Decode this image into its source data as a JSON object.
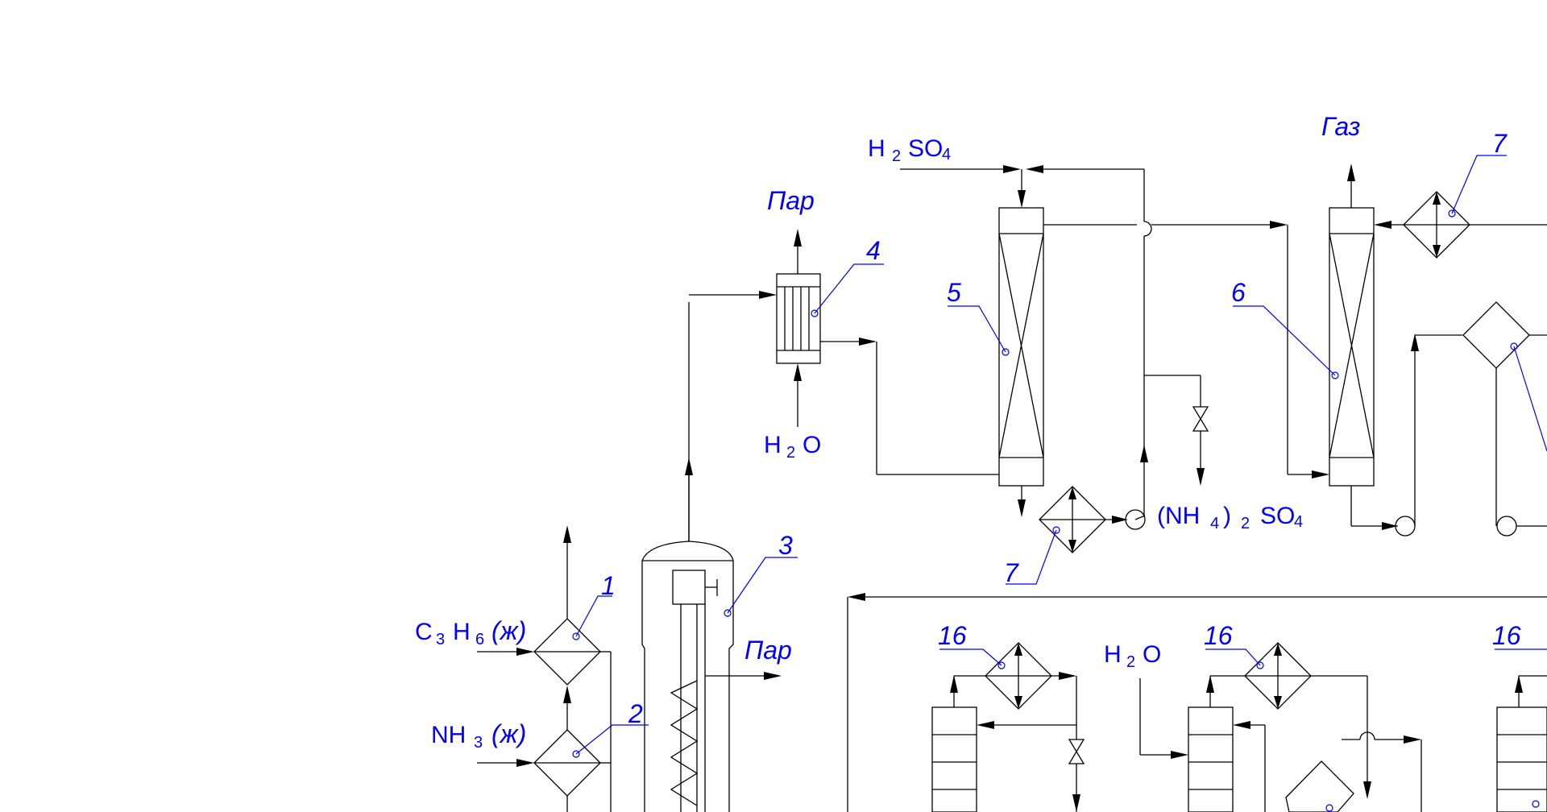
{
  "streams": {
    "h2so4_main": "H",
    "h2so4_sub": "2",
    "h2so4_tail": "SO",
    "h2so4_sub2": "4",
    "steam_top": "Пар",
    "water_a_main": "H",
    "water_a_sub": "2",
    "water_a_tail": "O",
    "gas": "Газ",
    "ammonium_open": "(NH",
    "ammonium_sub": "4",
    "ammonium_close": ")",
    "ammonium_sub2": "2",
    "ammonium_tail": "SO",
    "ammonium_sub3": "4",
    "propylene_main": "C",
    "propylene_sub": "3",
    "propylene_h": "H",
    "propylene_sub2": "6",
    "propylene_state": "(ж)",
    "ammonia_main": "NH",
    "ammonia_sub": "3",
    "ammonia_state": "(ж)",
    "steam_reactor": "Пар",
    "water_b_main": "H",
    "water_b_sub": "2",
    "water_b_tail": "O"
  },
  "callouts": {
    "c1": "1",
    "c2": "2",
    "c3": "3",
    "c4": "4",
    "c5": "5",
    "c6": "6",
    "c7_top": "7",
    "c7_bottom": "7",
    "c16_a": "16",
    "c16_b": "16",
    "c16_c": "16"
  },
  "colors": {
    "lines": "#000000",
    "labels": "#0000ff",
    "background": "#ffffff"
  }
}
